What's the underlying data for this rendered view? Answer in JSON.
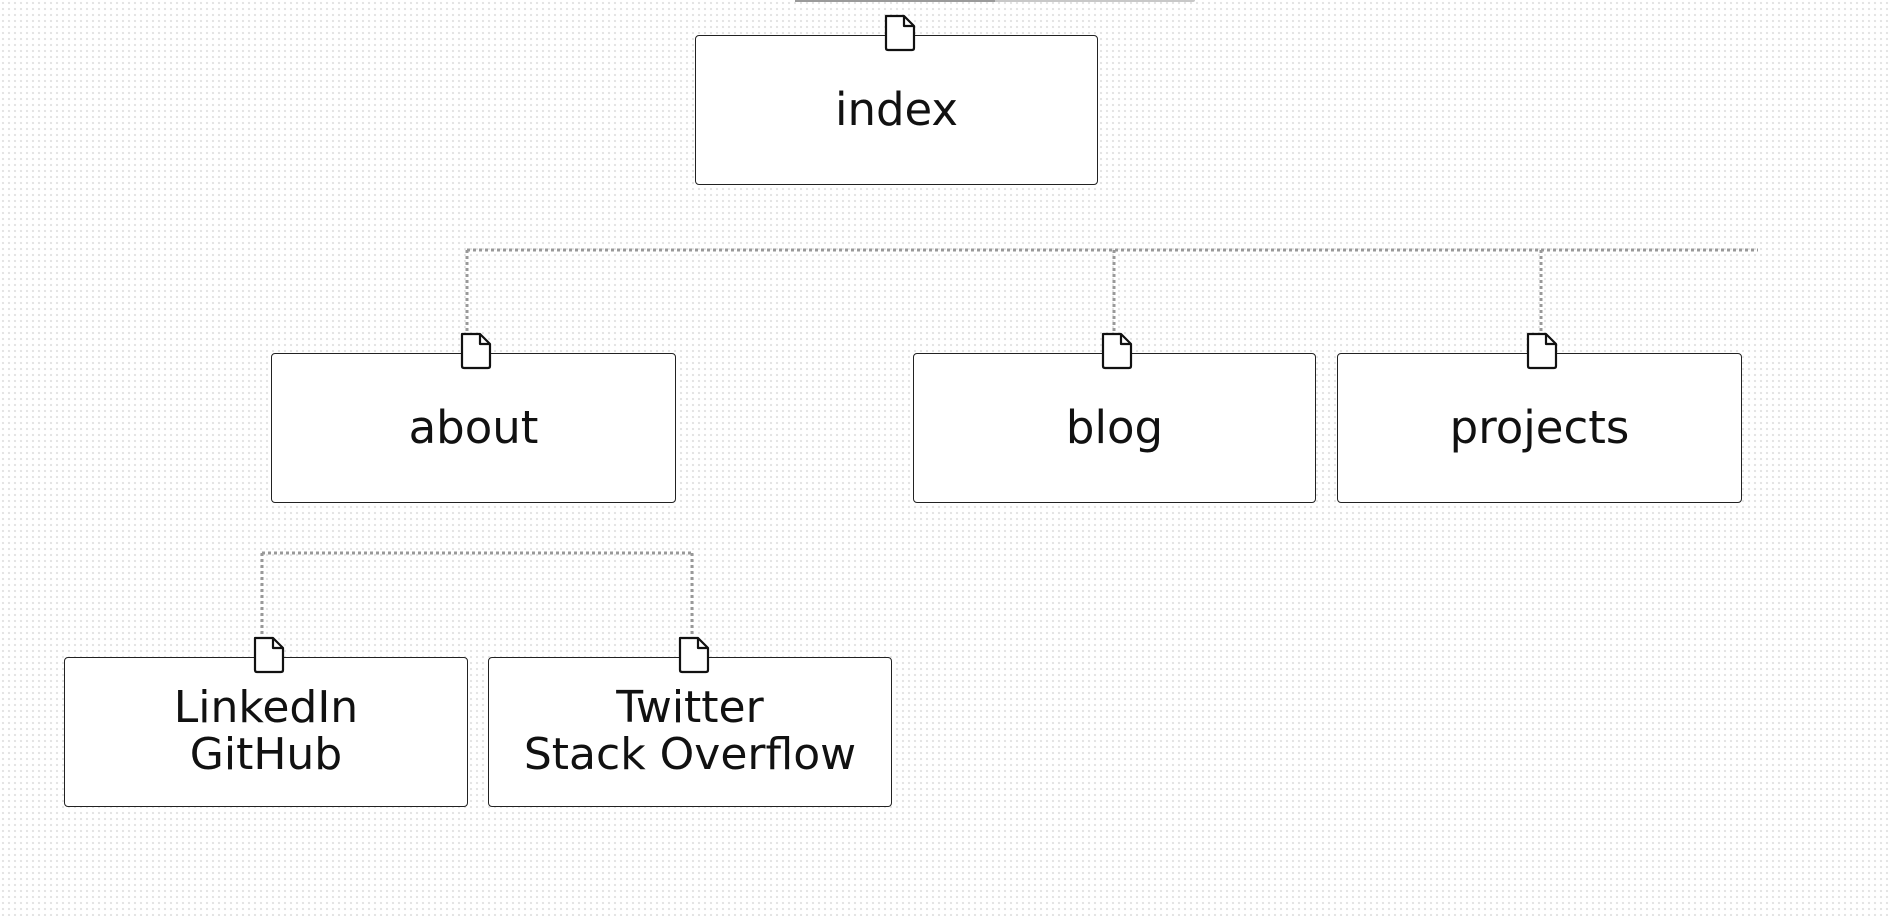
{
  "diagram": {
    "nodes": {
      "index": {
        "lines": [
          "index"
        ]
      },
      "about": {
        "lines": [
          "about"
        ]
      },
      "blog": {
        "lines": [
          "blog"
        ]
      },
      "projects": {
        "lines": [
          "projects"
        ]
      },
      "linkedin_github": {
        "lines": [
          "LinkedIn",
          "GitHub"
        ]
      },
      "twitter_stackoverflow": {
        "lines": [
          "Twitter",
          "Stack Overflow"
        ]
      }
    },
    "edges": [
      {
        "from": "index",
        "to": "about"
      },
      {
        "from": "index",
        "to": "blog"
      },
      {
        "from": "index",
        "to": "projects"
      },
      {
        "from": "about",
        "to": "linkedin_github"
      },
      {
        "from": "about",
        "to": "twitter_stackoverflow"
      }
    ],
    "node_icon": "document-icon",
    "colors": {
      "border": "#222222",
      "connector": "#999999",
      "background": "#ffffff"
    }
  }
}
